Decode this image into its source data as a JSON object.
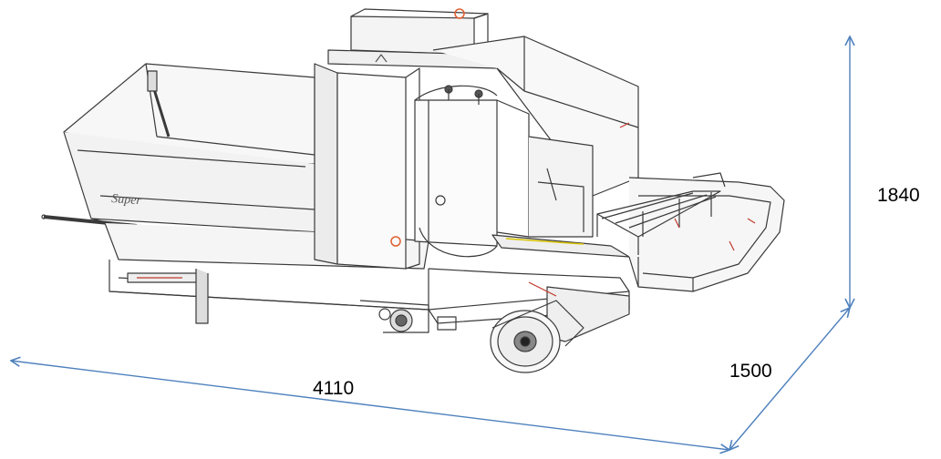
{
  "dimensions": {
    "length": "4110",
    "width": "1500",
    "height": "1840"
  },
  "colors": {
    "arrow": "#4f81bd",
    "line": "#3a3a3a",
    "accent": "#e06030",
    "accent_red": "#c0392b"
  },
  "labels": [
    "Super"
  ]
}
